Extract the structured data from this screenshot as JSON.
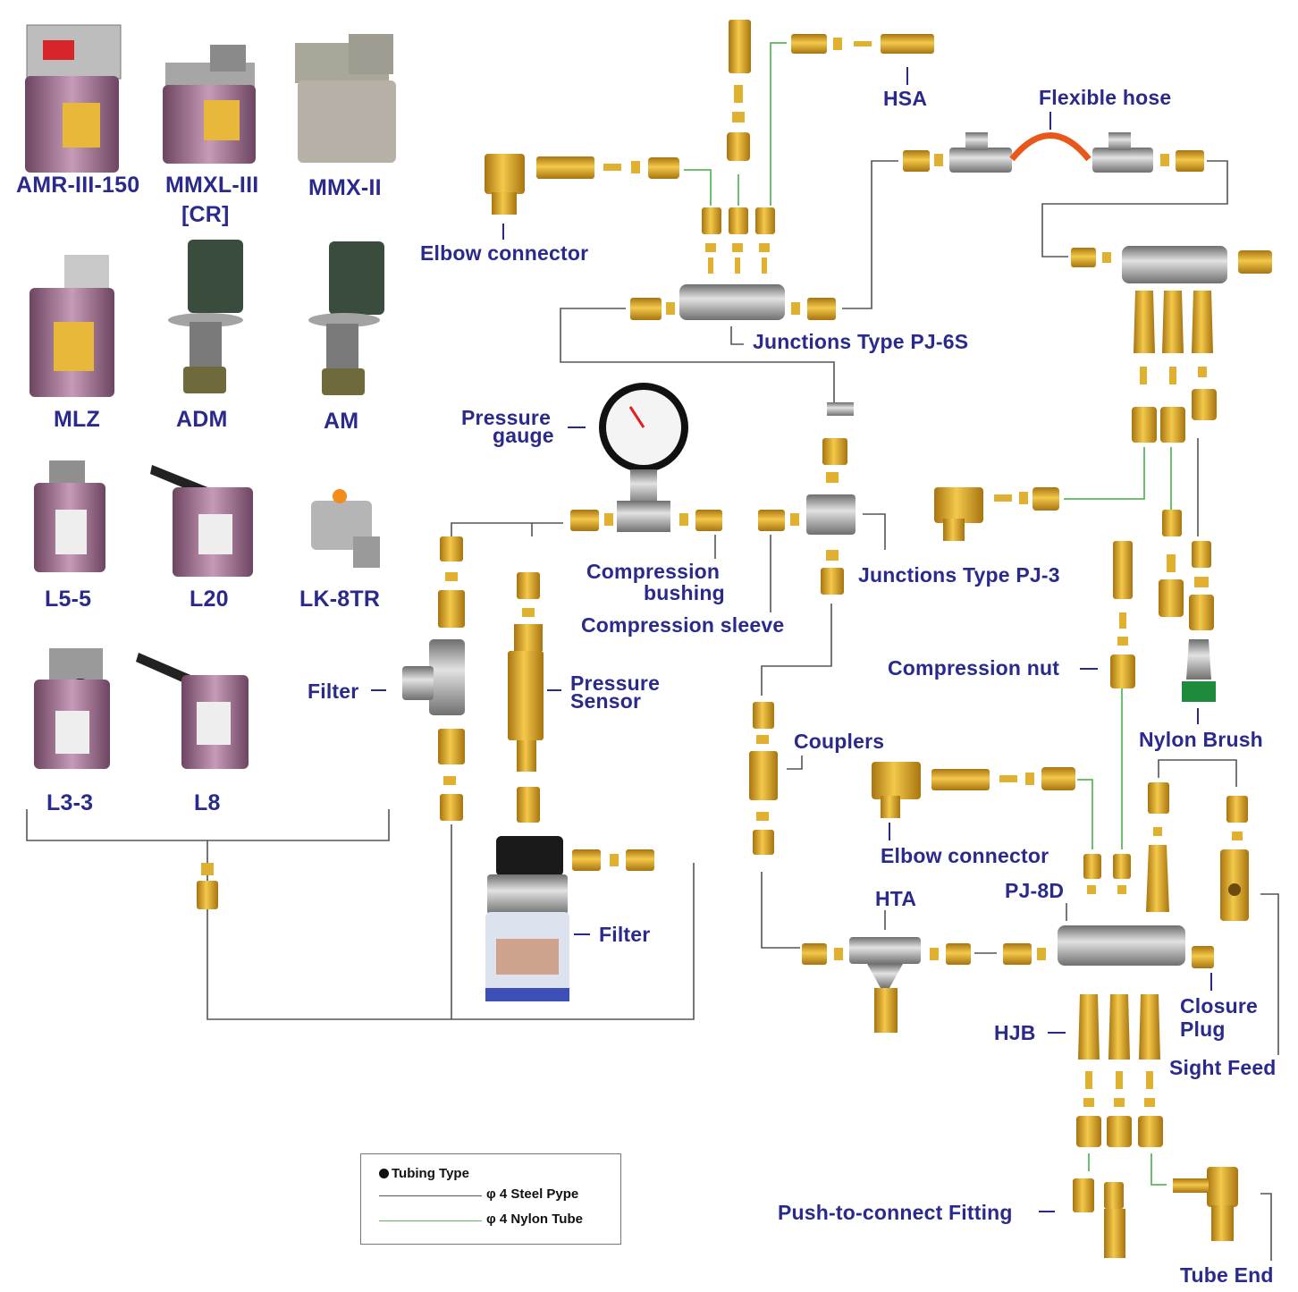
{
  "pumps": {
    "amr": "AMR-III-150",
    "mmxl_line1": "MMXL-III",
    "mmxl_line2": "[CR]",
    "mmx": "MMX-II",
    "mlz": "MLZ",
    "adm": "ADM",
    "am": "AM",
    "l55": "L5-5",
    "l20": "L20",
    "lk8tr": "LK-8TR",
    "l33": "L3-3",
    "l8": "L8"
  },
  "components": {
    "hsa": "HSA",
    "flexible_hose": "Flexible hose",
    "elbow_connector_top": "Elbow connector",
    "junctions_pj6s": "Junctions Type PJ-6S",
    "pressure_gauge_line1": "Pressure",
    "pressure_gauge_line2": "gauge",
    "compression_bushing_line1": "Compression",
    "compression_bushing_line2": "bushing",
    "compression_sleeve": "Compression sleeve",
    "junctions_pj3": "Junctions Type PJ-3",
    "filter_left": "Filter",
    "pressure_sensor_line1": "Pressure",
    "pressure_sensor_line2": "Sensor",
    "compression_nut": "Compression nut",
    "nylon_brush": "Nylon Brush",
    "couplers": "Couplers",
    "elbow_connector_bottom": "Elbow connector",
    "hta": "HTA",
    "pj8d": "PJ-8D",
    "filter_bottom": "Filter",
    "closure_plug_line1": "Closure",
    "closure_plug_line2": "Plug",
    "hjb": "HJB",
    "sight_feed": "Sight Feed",
    "push_to_connect": "Push-to-connect Fitting",
    "tube_end": "Tube End"
  },
  "legend": {
    "title": "Tubing Type",
    "steel": "φ 4 Steel Pype",
    "nylon": "φ 4 Nylon Tube"
  },
  "colors": {
    "label": "#2a2a8c",
    "steel_line": "#555555",
    "nylon_line": "#5cb85c",
    "brass": "#d9a520",
    "brass_dark": "#a87410",
    "metal": "#9a9a9a",
    "reservoir": "#9c6e8e"
  }
}
